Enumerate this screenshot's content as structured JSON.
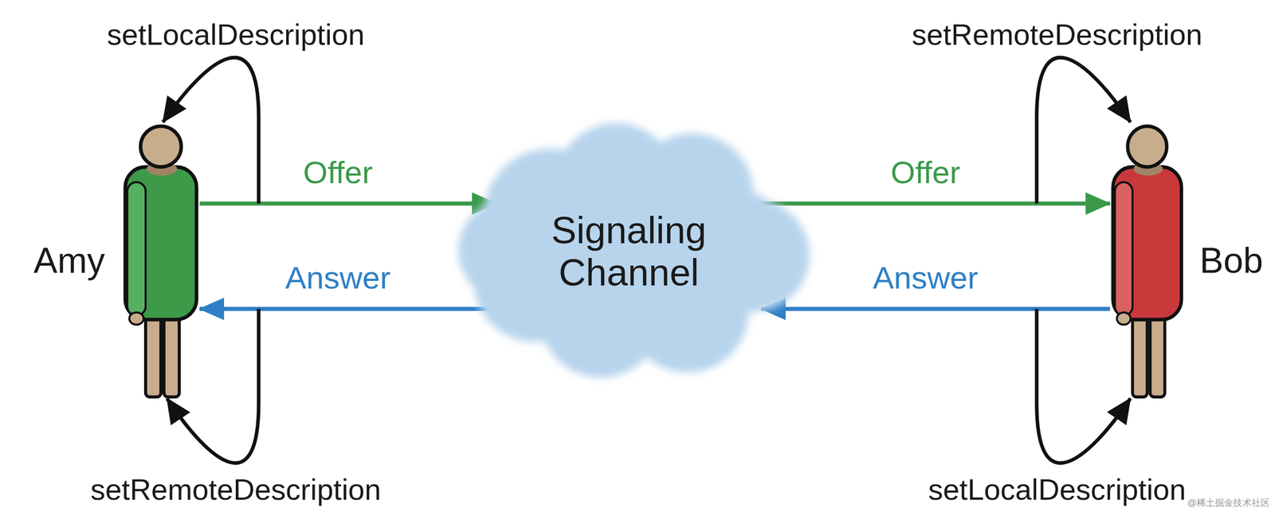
{
  "diagram": {
    "nodes": [
      {
        "text": [
          "Amy"
        ]
      },
      {
        "text": [
          "Signaling Channel"
        ]
      },
      {
        "text": [
          "Bob"
        ]
      }
    ],
    "edges": [
      {
        "from": 0,
        "to": 1,
        "label": "Offer",
        "arrow": "to"
      },
      {
        "from": 1,
        "to": 2,
        "label": "Offer",
        "arrow": "to"
      },
      {
        "from": 2,
        "to": 1,
        "label": "Answer",
        "arrow": "to"
      },
      {
        "from": 1,
        "to": 0,
        "label": "Answer",
        "arrow": "to"
      },
      {
        "from": 0,
        "to": 0,
        "label": "setLocalDescription",
        "arrow": "to"
      },
      {
        "from": 0,
        "to": 0,
        "label": "setRemoteDescription",
        "arrow": "to"
      },
      {
        "from": 2,
        "to": 2,
        "label": "setRemoteDescription",
        "arrow": "to"
      },
      {
        "from": 2,
        "to": 2,
        "label": "setLocalDescription",
        "arrow": "to"
      }
    ],
    "labels": [
      "@稀土掘金技术社区"
    ]
  }
}
